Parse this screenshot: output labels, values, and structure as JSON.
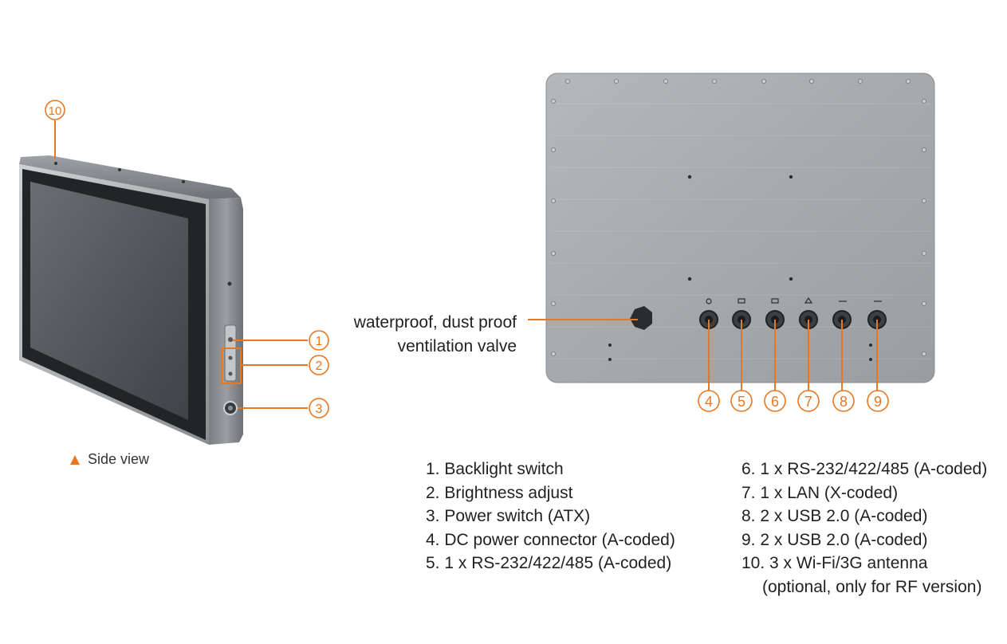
{
  "callouts": {
    "side": [
      "10",
      "1",
      "2",
      "3"
    ],
    "rear": [
      "4",
      "5",
      "6",
      "7",
      "8",
      "9"
    ]
  },
  "caption": {
    "text": "Side view"
  },
  "valve_label": {
    "line1": "waterproof, dust proof",
    "line2": "ventilation valve"
  },
  "legend": {
    "left": [
      "1. Backlight switch",
      "2. Brightness adjust",
      "3. Power switch (ATX)",
      "4. DC power connector (A-coded)",
      "5. 1 x RS-232/422/485 (A-coded)"
    ],
    "right": [
      "6. 1 x RS-232/422/485 (A-coded)",
      "7. 1 x LAN (X-coded)",
      "8. 2 x USB 2.0 (A-coded)",
      "9. 2 x USB 2.0 (A-coded)",
      "10. 3 x Wi-Fi/3G antenna",
      "(optional, only for RF version)"
    ]
  },
  "colors": {
    "accent": "#e87722",
    "panel": "#a9adb0",
    "bezel": "#2a2a2a",
    "screen": "#55595e",
    "steel": "#8e9296"
  }
}
